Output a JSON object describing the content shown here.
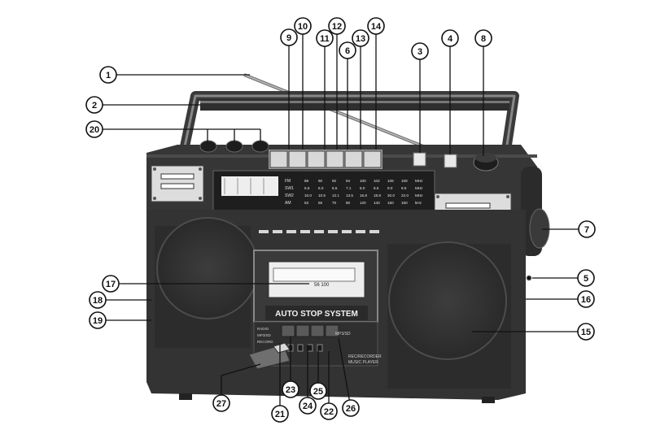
{
  "radio": {
    "cassette_label": "AUTO STOP SYSTEM",
    "dial_bands": [
      "FM",
      "SW1",
      "SW2",
      "AM"
    ],
    "dial_scale_rows": [
      [
        "88",
        "90",
        "92",
        "94",
        "100",
        "102",
        "106",
        "108",
        "MHz"
      ],
      [
        "5.5",
        "6.0",
        "6.5",
        "7.1",
        "8.0",
        "8.5",
        "9.0",
        "9.5",
        "MHz"
      ],
      [
        "10.0",
        "10.5",
        "12.1",
        "13.5",
        "15.8",
        "18.9",
        "20.0",
        "22.0",
        "MHz"
      ],
      [
        "53",
        "55",
        "70",
        "80",
        "120",
        "140",
        "150",
        "160",
        "kHz"
      ]
    ],
    "cassette_window_numbers": "56  100",
    "mode_labels": [
      "RADIO",
      "MP3/SD",
      "RECORD"
    ],
    "panel_right_label": "MP3/SD",
    "bottom_right_labels": [
      "REC/RECORDER",
      "MUSIC PLAYER"
    ]
  },
  "callouts": [
    {
      "id": "c1",
      "label": "1"
    },
    {
      "id": "c2",
      "label": "2"
    },
    {
      "id": "c20",
      "label": "20"
    },
    {
      "id": "c9",
      "label": "9"
    },
    {
      "id": "c10",
      "label": "10"
    },
    {
      "id": "c11",
      "label": "11"
    },
    {
      "id": "c12",
      "label": "12"
    },
    {
      "id": "c6",
      "label": "6"
    },
    {
      "id": "c13",
      "label": "13"
    },
    {
      "id": "c14",
      "label": "14"
    },
    {
      "id": "c3",
      "label": "3"
    },
    {
      "id": "c4",
      "label": "4"
    },
    {
      "id": "c8",
      "label": "8"
    },
    {
      "id": "c7",
      "label": "7"
    },
    {
      "id": "c5",
      "label": "5"
    },
    {
      "id": "c16",
      "label": "16"
    },
    {
      "id": "c15",
      "label": "15"
    },
    {
      "id": "c17",
      "label": "17"
    },
    {
      "id": "c18",
      "label": "18"
    },
    {
      "id": "c19",
      "label": "19"
    },
    {
      "id": "c27",
      "label": "27"
    },
    {
      "id": "c23",
      "label": "23"
    },
    {
      "id": "c21",
      "label": "21"
    },
    {
      "id": "c24",
      "label": "24"
    },
    {
      "id": "c25",
      "label": "25"
    },
    {
      "id": "c22",
      "label": "22"
    },
    {
      "id": "c26",
      "label": "26"
    }
  ]
}
